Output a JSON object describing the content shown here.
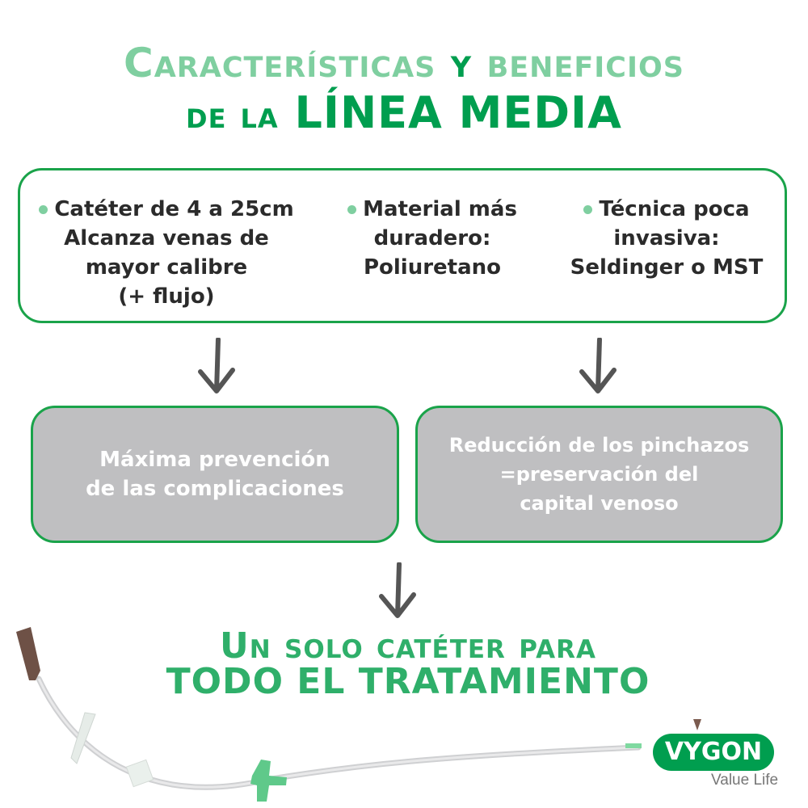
{
  "title": {
    "line1_a": "Características",
    "line1_b": "y",
    "line1_c": "beneficios",
    "line2_a": "de la",
    "line2_b": "LÍNEA MEDIA"
  },
  "features": [
    {
      "lines": [
        "Catéter de 4 a 25cm",
        "Alcanza venas de",
        "mayor calibre",
        "(+ flujo)"
      ]
    },
    {
      "lines": [
        "Material más",
        "duradero:",
        "Poliuretano"
      ]
    },
    {
      "lines": [
        "Técnica poca",
        "invasiva:",
        "Seldinger o MST"
      ]
    }
  ],
  "benefits": [
    {
      "lines": [
        "Máxima prevención",
        "de las complicaciones"
      ]
    },
    {
      "lines": [
        "Reducción de los pinchazos",
        "=preservación del",
        "capital venoso"
      ]
    }
  ],
  "conclusion": {
    "line1": "Un solo catéter para",
    "line2": "TODO EL TRATAMIENTO"
  },
  "logo": {
    "brand": "VYGON",
    "tagline": "Value Life"
  },
  "colors": {
    "light_green": "#7fcfa0",
    "dark_green": "#009e4f",
    "border_green": "#1aa34a",
    "gray_box": "#bfbfc1",
    "arrow": "#555555"
  }
}
